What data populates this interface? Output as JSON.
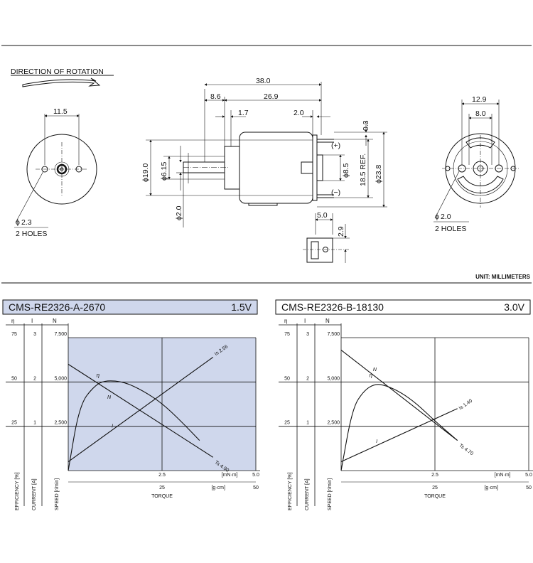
{
  "drawing": {
    "rotation_label": "DIRECTION OF ROTATION",
    "unit_label": "UNIT: MILLIMETERS",
    "left_view": {
      "dim_top": "11.5",
      "hole_dia": "2.3",
      "holes": "2 HOLES"
    },
    "side_view": {
      "dim_length": "38.0",
      "dim_shaft": "8.6",
      "dim_body": "26.9",
      "dim_boss": "1.7",
      "dim_term": "2.0",
      "dim_gap": "0.3",
      "dia_body": "19.0",
      "dia_shaft_boss": "6.15",
      "dia_shaft": "2.0",
      "dia_brush": "8.5",
      "ref": "18.5 REF.",
      "dia_can": "23.8",
      "plus": "(+)",
      "minus": "(−)",
      "term_width": "5.0",
      "term_height": "2.9",
      "phi": "ϕ"
    },
    "right_view": {
      "dim_outer": "12.9",
      "dim_inner": "8.0",
      "hole_dia": "2.0",
      "holes": "2 HOLES"
    }
  },
  "charts": [
    {
      "model": "CMS-RE2326-A-2670",
      "voltage": "1.5V",
      "ts_label": "Ts 4.90",
      "is_label": "Is 2.56"
    },
    {
      "model": "CMS-RE2326-B-18130",
      "voltage": "3.0V",
      "ts_label": "Ts 4.70",
      "is_label": "Is 1.40"
    }
  ],
  "axes": {
    "eta": "η",
    "i": "I",
    "n": "N",
    "eff_ticks": [
      "75",
      "50",
      "25"
    ],
    "cur_ticks": [
      "3",
      "2",
      "1"
    ],
    "spd_ticks": [
      "7,500",
      "5,000",
      "2,500"
    ],
    "torque_mnm_ticks": [
      "2.5",
      "5.0"
    ],
    "torque_gcm_ticks": [
      "25",
      "50"
    ],
    "mnm_unit": "[mN·m]",
    "gcm_unit": "[g·cm]",
    "xlabel": "TORQUE",
    "eff_label": "EFFICIENCY [%]",
    "cur_label": "CURRENT [A]",
    "spd_label": "SPEED [r/min]",
    "curve_eta": "η",
    "curve_n": "N",
    "curve_i": "I"
  },
  "chart_data": [
    {
      "type": "line",
      "title": "CMS-RE2326-A-2670",
      "xlabel": "TORQUE",
      "x_unit": "mN·m",
      "xlim": [
        0,
        5.0
      ],
      "secondary_x": {
        "unit": "g·cm",
        "lim": [
          0,
          50
        ]
      },
      "y_axes": [
        {
          "label": "EFFICIENCY [%]",
          "lim": [
            0,
            75
          ]
        },
        {
          "label": "CURRENT [A]",
          "lim": [
            0,
            3
          ]
        },
        {
          "label": "SPEED [r/min]",
          "lim": [
            0,
            7500
          ]
        }
      ],
      "series": [
        {
          "name": "N",
          "x": [
            0,
            3.86
          ],
          "y": [
            6000,
            750
          ]
        },
        {
          "name": "I",
          "x": [
            0,
            3.86
          ],
          "y": [
            0.2,
            2.56
          ]
        },
        {
          "name": "η",
          "x": [
            0,
            0.3,
            0.7,
            1.0,
            1.5,
            2.0,
            2.5,
            3.0,
            3.5
          ],
          "y": [
            0,
            37,
            48,
            51,
            50,
            45,
            38,
            28,
            17
          ]
        }
      ],
      "annotations": [
        "Ts 4.90",
        "Is 2.56"
      ],
      "grid": true
    },
    {
      "type": "line",
      "title": "CMS-RE2326-B-18130",
      "xlabel": "TORQUE",
      "x_unit": "mN·m",
      "xlim": [
        0,
        5.0
      ],
      "secondary_x": {
        "unit": "g·cm",
        "lim": [
          0,
          50
        ]
      },
      "y_axes": [
        {
          "label": "EFFICIENCY [%]",
          "lim": [
            0,
            75
          ]
        },
        {
          "label": "CURRENT [A]",
          "lim": [
            0,
            3
          ]
        },
        {
          "label": "SPEED [r/min]",
          "lim": [
            0,
            7500
          ]
        }
      ],
      "series": [
        {
          "name": "N",
          "x": [
            0,
            3.1
          ],
          "y": [
            6800,
            1700
          ]
        },
        {
          "name": "I",
          "x": [
            0,
            3.1
          ],
          "y": [
            0.2,
            1.4
          ]
        },
        {
          "name": "η",
          "x": [
            0,
            0.3,
            0.6,
            0.9,
            1.2,
            1.6,
            2.0,
            2.5,
            3.1
          ],
          "y": [
            0,
            35,
            45,
            49,
            48,
            44,
            38,
            28,
            17
          ]
        }
      ],
      "annotations": [
        "Is 1.40",
        "Ts 4.70"
      ],
      "grid": true
    }
  ]
}
